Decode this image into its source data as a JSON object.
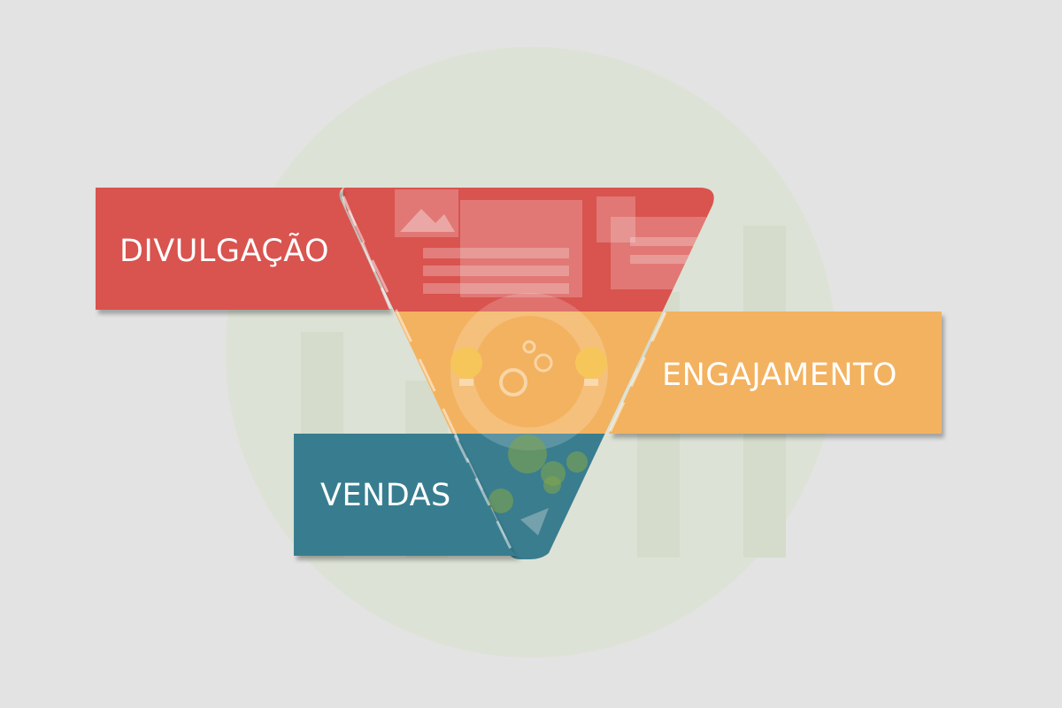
{
  "funnel": {
    "stages": [
      {
        "label": "DIVULGAÇÃO",
        "color": "#d9534f"
      },
      {
        "label": "ENGAJAMENTO",
        "color": "#f3b25f"
      },
      {
        "label": "VENDAS",
        "color": "#397d8f"
      }
    ]
  },
  "background": {
    "page": "#e3e3e3",
    "circle": "#dde2d6",
    "bars": "#d5dccb"
  }
}
